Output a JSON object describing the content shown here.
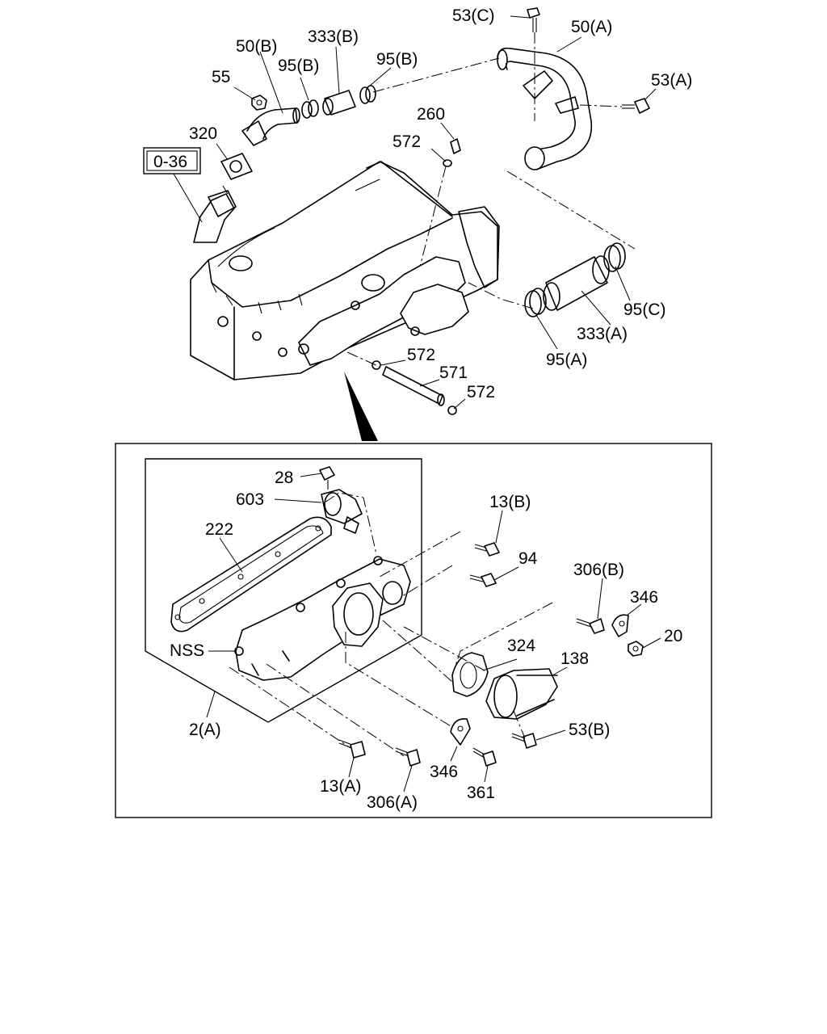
{
  "diagram": {
    "reference_box": "0-36",
    "labels": {
      "l_53C": "53(C)",
      "l_50A": "50(A)",
      "l_50B": "50(B)",
      "l_333B": "333(B)",
      "l_95B_1": "95(B)",
      "l_95B_2": "95(B)",
      "l_55": "55",
      "l_53A": "53(A)",
      "l_260": "260",
      "l_320": "320",
      "l_572_top": "572",
      "l_95C": "95(C)",
      "l_333A": "333(A)",
      "l_95A": "95(A)",
      "l_572_mid": "572",
      "l_571": "571",
      "l_572_low": "572",
      "l_28": "28",
      "l_603": "603",
      "l_13B": "13(B)",
      "l_222": "222",
      "l_94": "94",
      "l_306B": "306(B)",
      "l_346_r": "346",
      "l_20": "20",
      "l_NSS": "NSS",
      "l_324": "324",
      "l_138": "138",
      "l_2A": "2(A)",
      "l_53B": "53(B)",
      "l_346_b": "346",
      "l_13A": "13(A)",
      "l_306A": "306(A)",
      "l_361": "361"
    }
  }
}
